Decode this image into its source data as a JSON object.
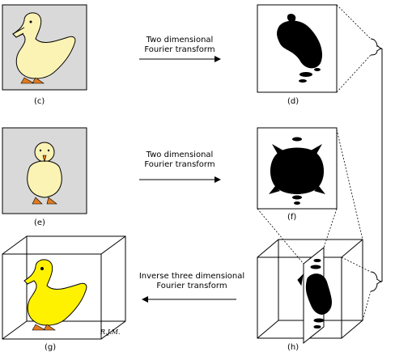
{
  "panels": {
    "c": "(c)",
    "d": "(d)",
    "e": "(e)",
    "f": "(f)",
    "g": "(g)",
    "h": "(h)"
  },
  "arrows": {
    "top_line1": "Two dimensional",
    "top_line2": "Fourier transform",
    "mid_line1": "Two dimensional",
    "mid_line2": "Fourier transform",
    "bottom_line1": "Inverse three dimensional",
    "bottom_line2": "Fourier transform"
  },
  "signature": "R.J.M.",
  "colors": {
    "panel_bg": "#d9d9d9",
    "duck_pale": "#fbf3b4",
    "duck_bright": "#fff200",
    "feet": "#e07a1f",
    "ink": "#000000"
  }
}
